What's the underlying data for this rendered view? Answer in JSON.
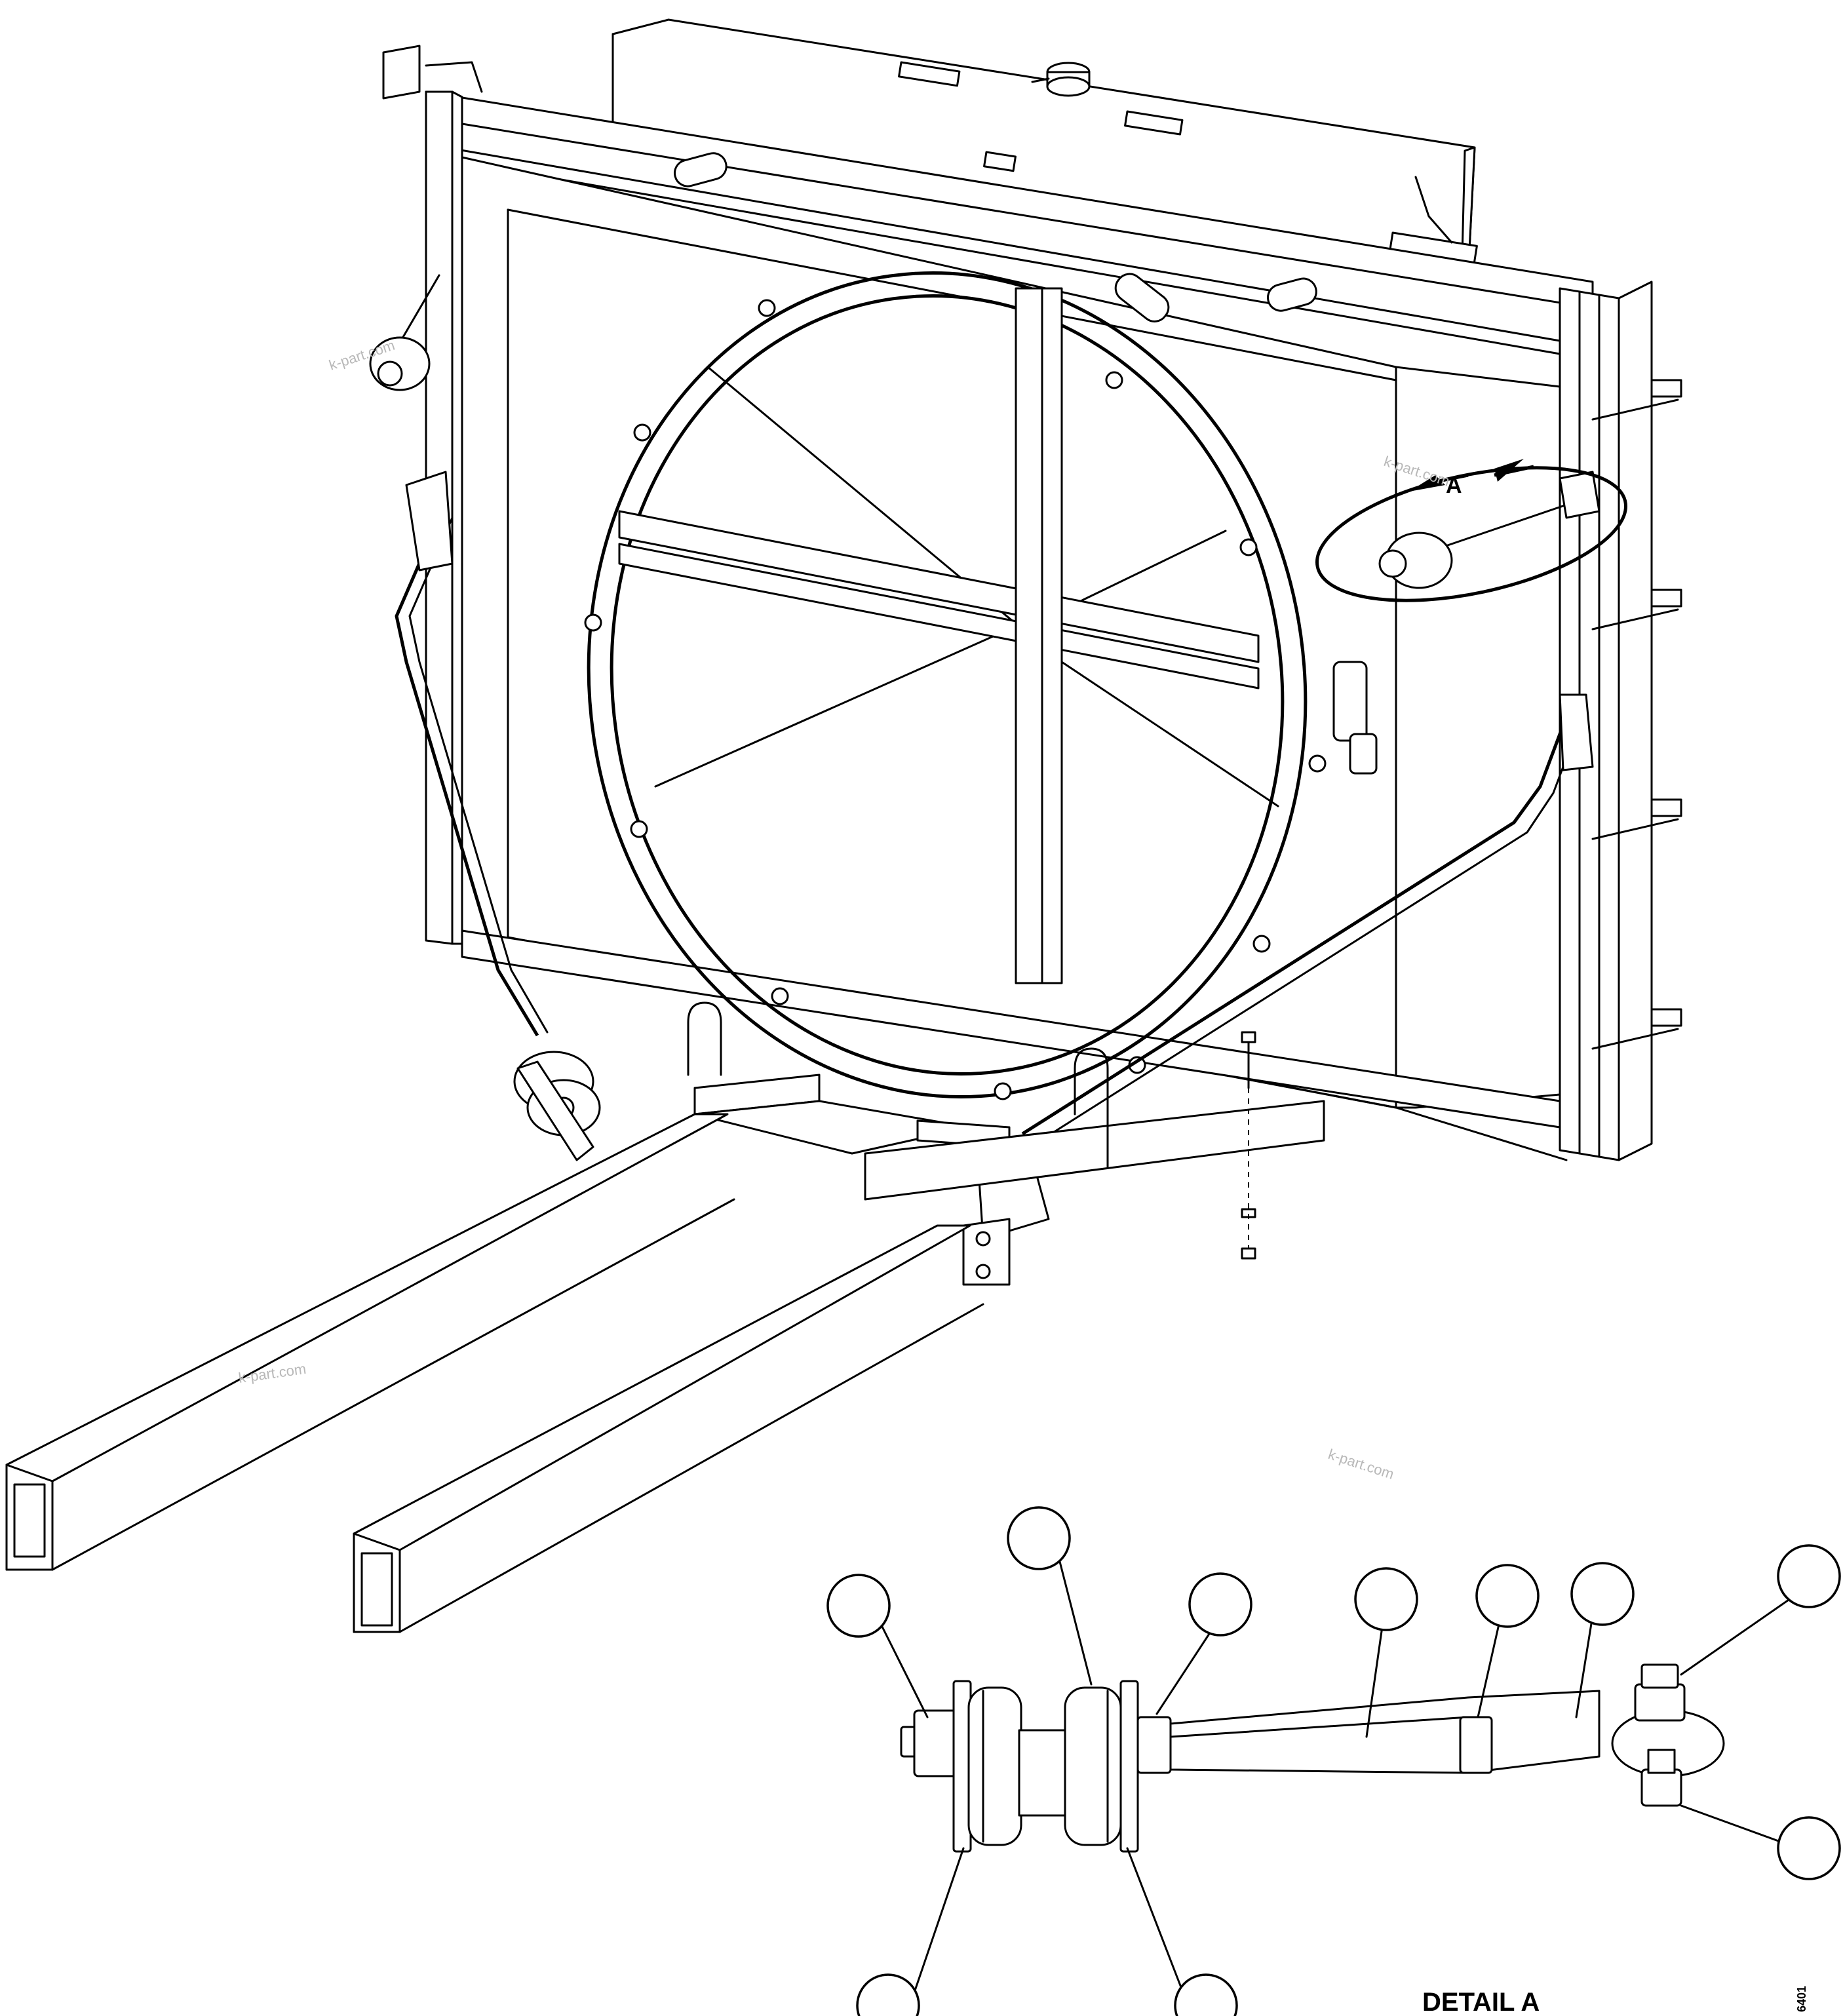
{
  "detail_marker": "A",
  "detail_title": "DETAIL A",
  "figure_code": "6401",
  "watermark": "k-part.com",
  "callouts": [
    "",
    "",
    "",
    "",
    "",
    "",
    "",
    "",
    "",
    ""
  ]
}
